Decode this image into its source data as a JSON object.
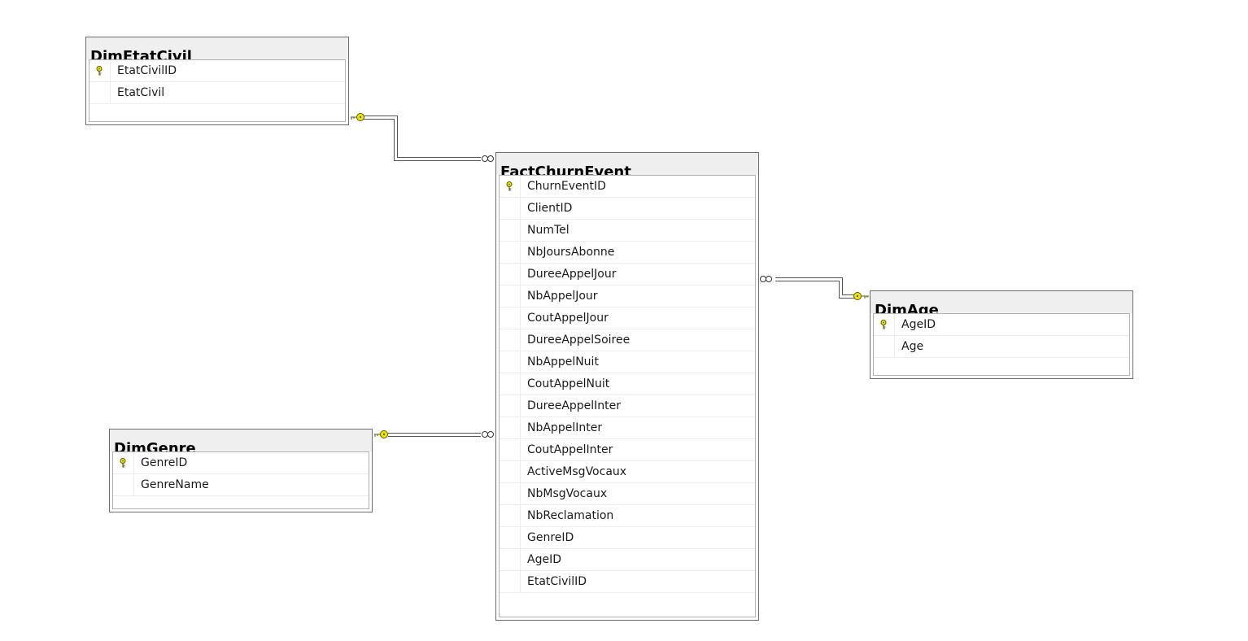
{
  "diagram": {
    "tables": {
      "dim_etat_civil": {
        "name": "DimEtatCivil",
        "columns": [
          {
            "name": "EtatCivilID",
            "pk": true
          },
          {
            "name": "EtatCivil",
            "pk": false
          }
        ]
      },
      "fact_churn_event": {
        "name": "FactChurnEvent",
        "columns": [
          {
            "name": "ChurnEventID",
            "pk": true
          },
          {
            "name": "ClientID",
            "pk": false
          },
          {
            "name": "NumTel",
            "pk": false
          },
          {
            "name": "NbJoursAbonne",
            "pk": false
          },
          {
            "name": "DureeAppelJour",
            "pk": false
          },
          {
            "name": "NbAppelJour",
            "pk": false
          },
          {
            "name": "CoutAppelJour",
            "pk": false
          },
          {
            "name": "DureeAppelSoiree",
            "pk": false
          },
          {
            "name": "NbAppelNuit",
            "pk": false
          },
          {
            "name": "CoutAppelNuit",
            "pk": false
          },
          {
            "name": "DureeAppelInter",
            "pk": false
          },
          {
            "name": "NbAppelInter",
            "pk": false
          },
          {
            "name": "CoutAppelInter",
            "pk": false
          },
          {
            "name": "ActiveMsgVocaux",
            "pk": false
          },
          {
            "name": "NbMsgVocaux",
            "pk": false
          },
          {
            "name": "NbReclamation",
            "pk": false
          },
          {
            "name": "GenreID",
            "pk": false
          },
          {
            "name": "AgeID",
            "pk": false
          },
          {
            "name": "EtatCivilID",
            "pk": false
          }
        ]
      },
      "dim_age": {
        "name": "DimAge",
        "columns": [
          {
            "name": "AgeID",
            "pk": true
          },
          {
            "name": "Age",
            "pk": false
          }
        ]
      },
      "dim_genre": {
        "name": "DimGenre",
        "columns": [
          {
            "name": "GenreID",
            "pk": true
          },
          {
            "name": "GenreName",
            "pk": false
          }
        ]
      }
    },
    "relationships": [
      {
        "one": "dim_etat_civil",
        "many": "fact_churn_event",
        "one_marker": "key-icon",
        "many_marker": "infinity-icon"
      },
      {
        "one": "dim_genre",
        "many": "fact_churn_event",
        "one_marker": "key-icon",
        "many_marker": "infinity-icon"
      },
      {
        "one": "dim_age",
        "many": "fact_churn_event",
        "one_marker": "key-icon",
        "many_marker": "infinity-icon"
      }
    ],
    "colors": {
      "key_yellow": "#f2e600",
      "key_outline": "#5a5a00",
      "line": "#555555",
      "header_bg": "#efefef"
    }
  }
}
